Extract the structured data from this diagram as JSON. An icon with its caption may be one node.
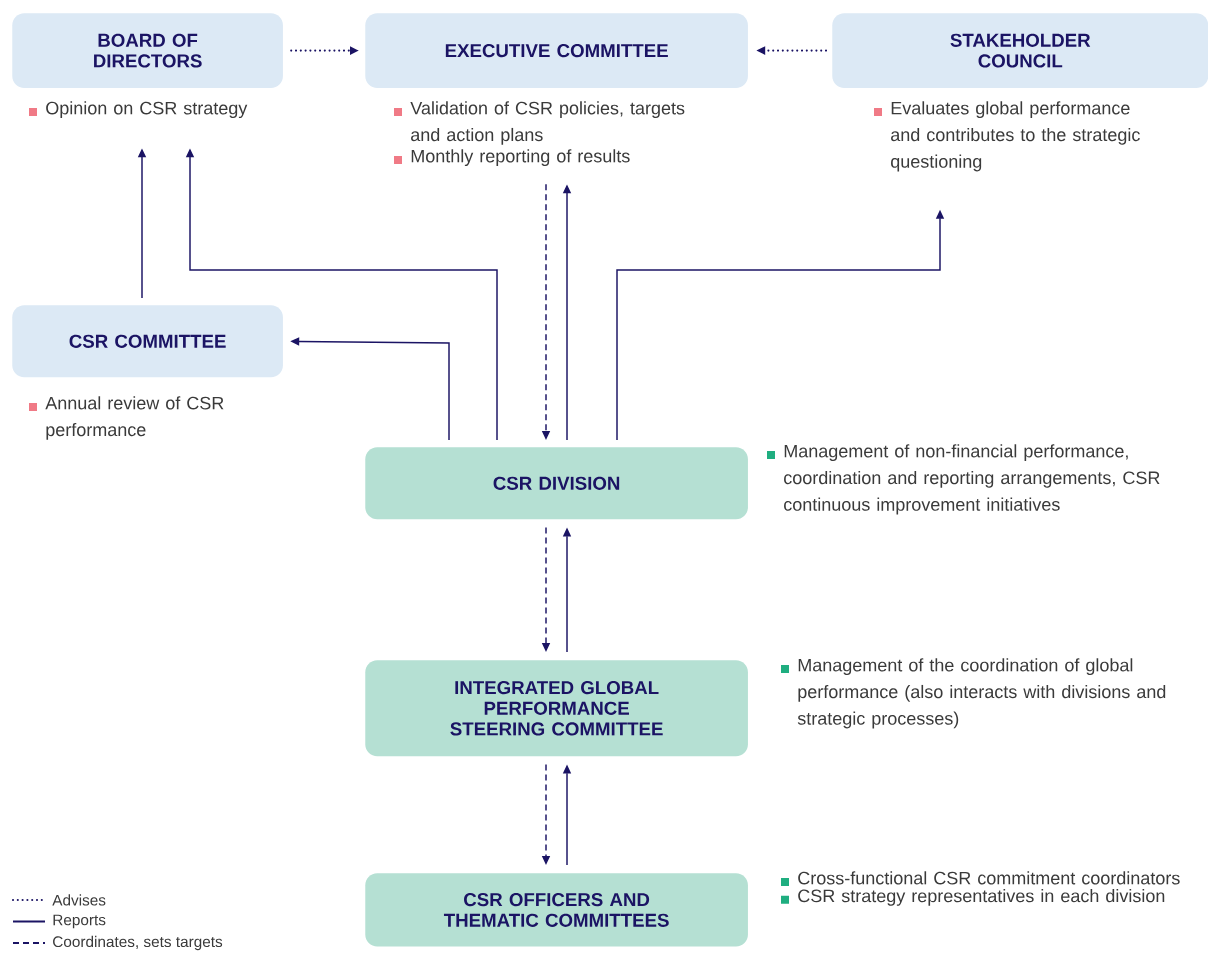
{
  "diagram": {
    "nodes": [
      {
        "text": [
          "BOARD OF DIRECTORS"
        ],
        "beside": [
          "Opinion on CSR strategy"
        ]
      },
      {
        "text": [
          "EXECUTIVE COMMITTEE"
        ],
        "beside": [
          "Validation of CSR policies, targets and action plans",
          "Monthly reporting of results"
        ]
      },
      {
        "text": [
          "STAKEHOLDER COUNCIL"
        ],
        "beside": [
          "Evaluates global performance and contributes to the strategic questioning"
        ]
      },
      {
        "text": [
          "CSR COMMITTEE"
        ],
        "beside": [
          "Annual review of CSR performance"
        ]
      },
      {
        "text": [
          "CSR DIVISION"
        ],
        "beside": [
          "Management of non-financial performance, coordination and reporting arrangements, CSR continuous improvement initiatives"
        ]
      },
      {
        "text": [
          "INTEGRATED GLOBAL PERFORMANCE STEERING COMMITTEE"
        ],
        "beside": [
          "Management of the coordination of global performance (also interacts with divisions and strategic processes)"
        ]
      },
      {
        "text": [
          "CSR OFFICERS AND THEMATIC COMMITTEES"
        ],
        "beside": [
          "Cross-functional CSR commitment coordinators",
          "CSR strategy representatives in each division"
        ]
      }
    ],
    "edges": [
      {
        "from": 0,
        "to": 1,
        "arrow": "to",
        "style": "dashed"
      },
      {
        "from": 2,
        "to": 1,
        "arrow": "to",
        "style": "dashed"
      },
      {
        "from": 3,
        "to": 0,
        "arrow": "to"
      },
      {
        "from": 4,
        "to": 0,
        "arrow": "to"
      },
      {
        "from": 1,
        "to": 4,
        "arrow": "to",
        "style": "dashed"
      },
      {
        "from": 4,
        "to": 1,
        "arrow": "to"
      },
      {
        "from": 4,
        "to": 2,
        "arrow": "to"
      },
      {
        "from": 4,
        "to": 3,
        "arrow": "to"
      },
      {
        "from": 4,
        "to": 5,
        "arrow": "to",
        "style": "dashed"
      },
      {
        "from": 5,
        "to": 4,
        "arrow": "to"
      },
      {
        "from": 5,
        "to": 6,
        "arrow": "to",
        "style": "dashed"
      },
      {
        "from": 6,
        "to": 5,
        "arrow": "to"
      }
    ],
    "legend": [
      {
        "text": "Advises"
      },
      {
        "text": "Reports"
      },
      {
        "text": "Coordinates, sets targets"
      }
    ]
  }
}
